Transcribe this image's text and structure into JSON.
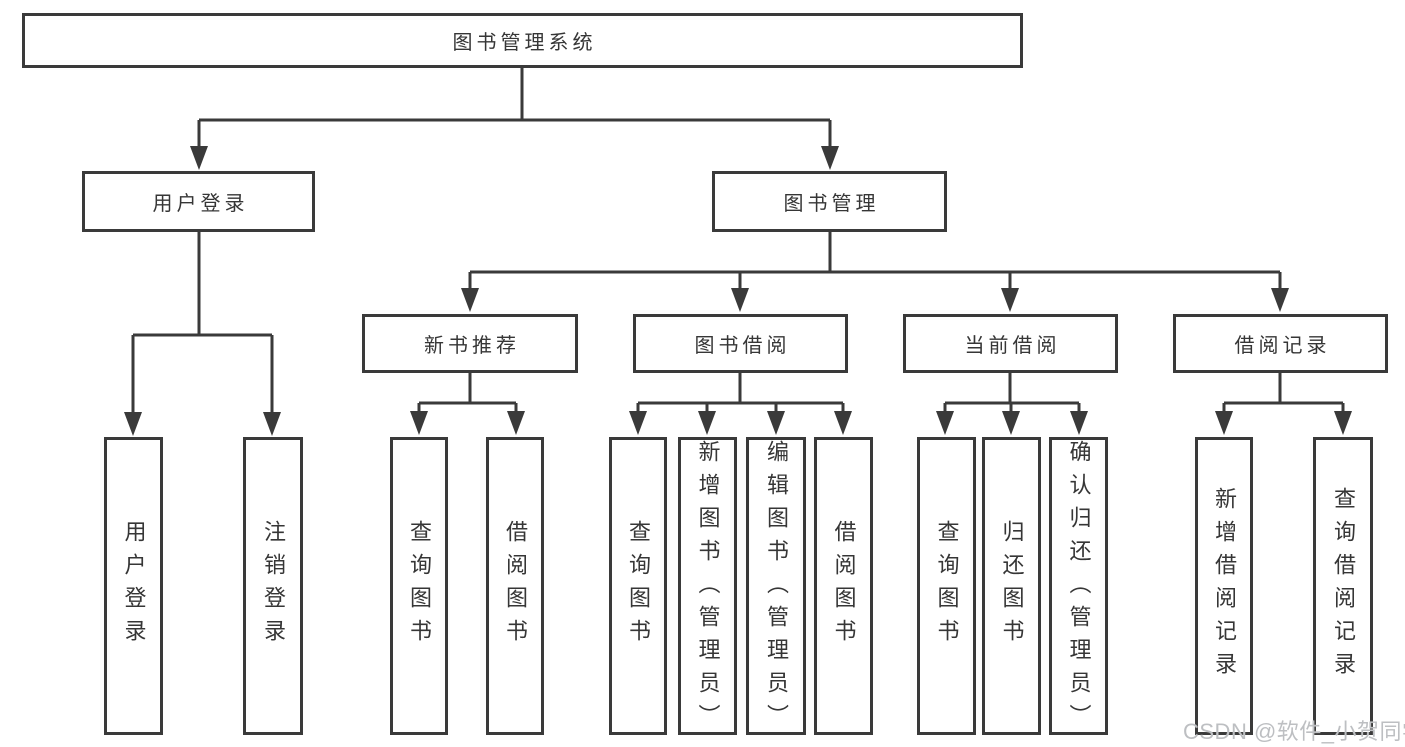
{
  "title": "图书管理系统",
  "tree": {
    "root": "图书管理系统",
    "children": [
      {
        "label": "用户登录",
        "children": [
          "用户登录",
          "注销登录"
        ]
      },
      {
        "label": "图书管理",
        "children": [
          {
            "label": "新书推荐",
            "children": [
              "查询图书",
              "借阅图书"
            ]
          },
          {
            "label": "图书借阅",
            "children": [
              "查询图书",
              "新增图书（管理员）",
              "编辑图书（管理员）",
              "借阅图书"
            ]
          },
          {
            "label": "当前借阅",
            "children": [
              "查询图书",
              "归还图书",
              "确认归还（管理员）"
            ]
          },
          {
            "label": "借阅记录",
            "children": [
              "新增借阅记录",
              "查询借阅记录"
            ]
          }
        ]
      }
    ]
  },
  "watermark": "CSDN @软件_小贺同学",
  "colors": {
    "line": "#3a3a3a",
    "text": "#363636",
    "watermark": "#bdbfc2",
    "background": "#ffffff"
  }
}
